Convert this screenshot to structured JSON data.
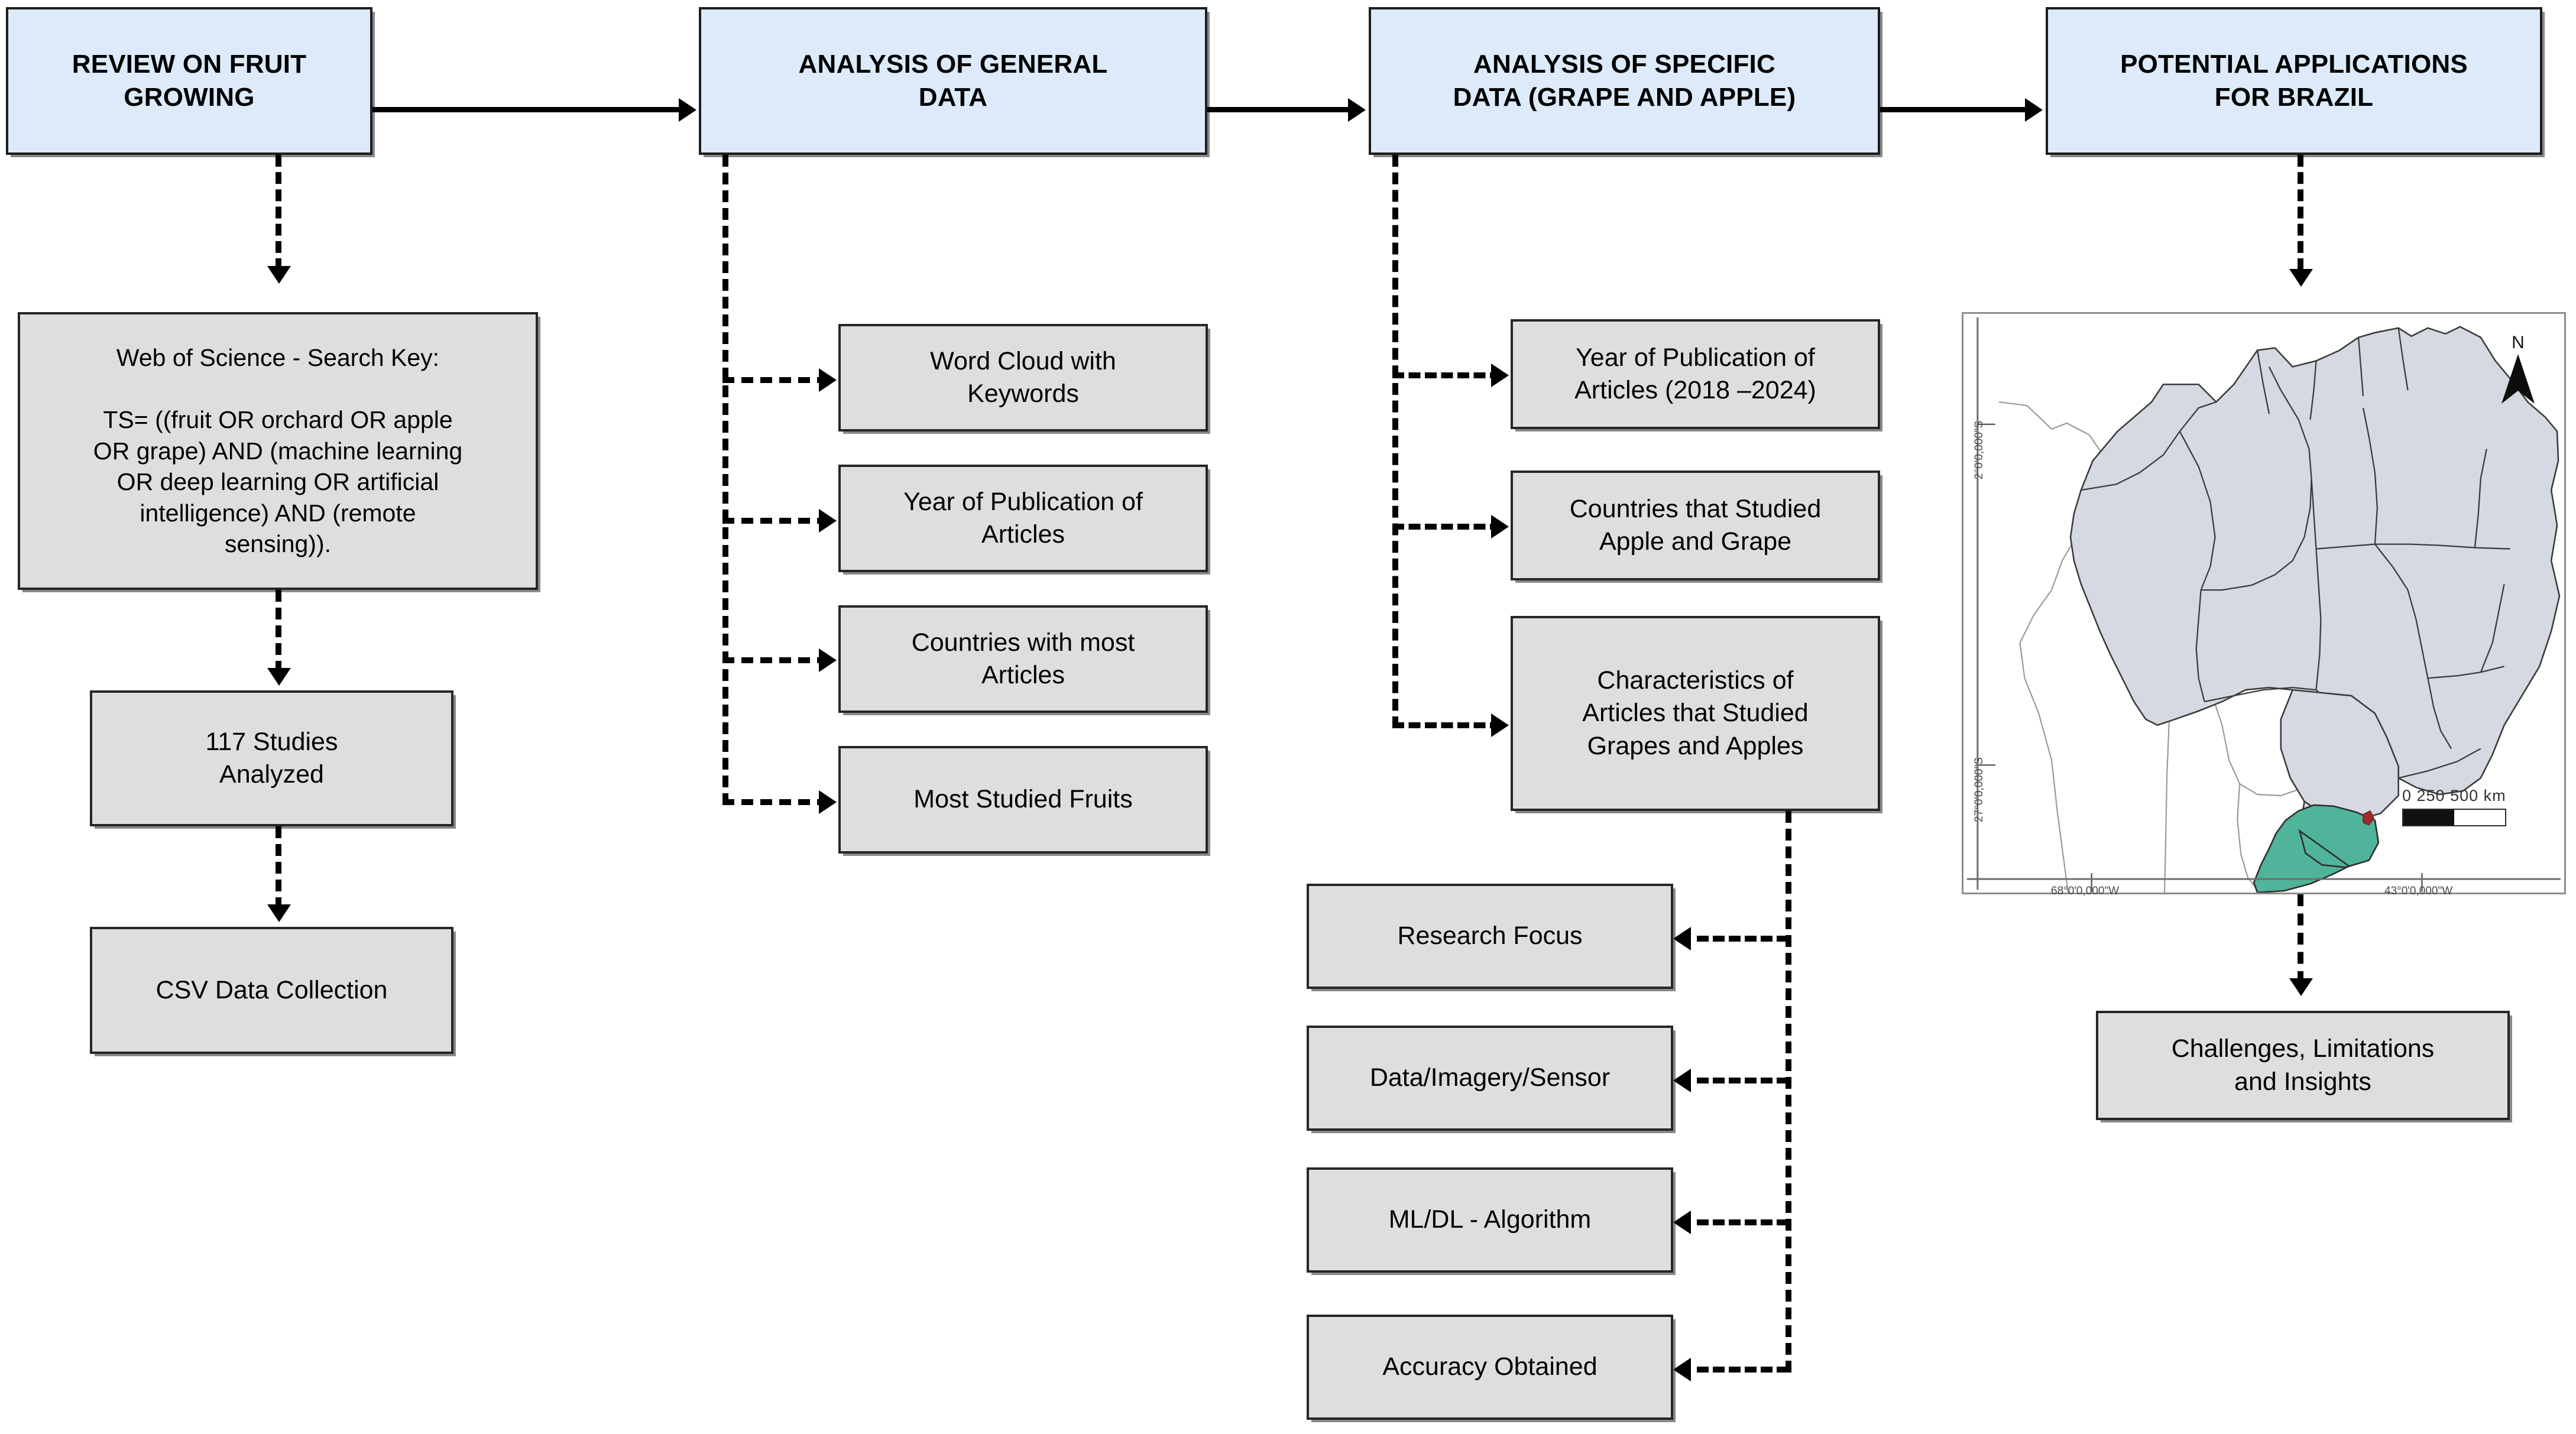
{
  "colors": {
    "header_fill": "#dceaf9",
    "node_fill": "#dedede",
    "border": "#262626",
    "map_land": "#d5d9e2",
    "map_highlight": "#4fb49a",
    "map_marker": "#9e2a2a"
  },
  "columns": [
    {
      "header": "REVIEW ON FRUIT\nGROWING",
      "nodes": [
        "Web of Science - Search Key:\n\nTS= ((fruit OR orchard OR apple\nOR grape) AND (machine learning\nOR deep learning OR artificial\nintelligence) AND (remote\nsensing)).",
        "117 Studies\nAnalyzed",
        "CSV Data Collection"
      ]
    },
    {
      "header": "ANALYSIS OF GENERAL\nDATA",
      "nodes": [
        "Word Cloud with\nKeywords",
        "Year of Publication of\nArticles",
        "Countries with most\nArticles",
        "Most Studied Fruits"
      ]
    },
    {
      "header": "ANALYSIS OF SPECIFIC\nDATA (GRAPE AND APPLE)",
      "nodes": [
        "Year of Publication of\nArticles (2018 –2024)",
        "Countries that Studied\nApple and Grape",
        "Characteristics of\nArticles that Studied\nGrapes and Apples"
      ],
      "characteristic_nodes": [
        "Research Focus",
        "Data/Imagery/Sensor",
        "ML/DL - Algorithm",
        "Accuracy Obtained"
      ]
    },
    {
      "header": "POTENTIAL APPLICATIONS\nFOR BRAZIL",
      "nodes": [
        "Challenges, Limitations\nand Insights"
      ]
    }
  ],
  "map": {
    "north_label": "N",
    "lat_labels": [
      "2°0'0,000\"S",
      "27°0'0,000\"S"
    ],
    "lon_labels": [
      "68°0'0,000\"W",
      "43°0'0,000\"W"
    ],
    "scale_ticks": "0     250    500 km"
  }
}
